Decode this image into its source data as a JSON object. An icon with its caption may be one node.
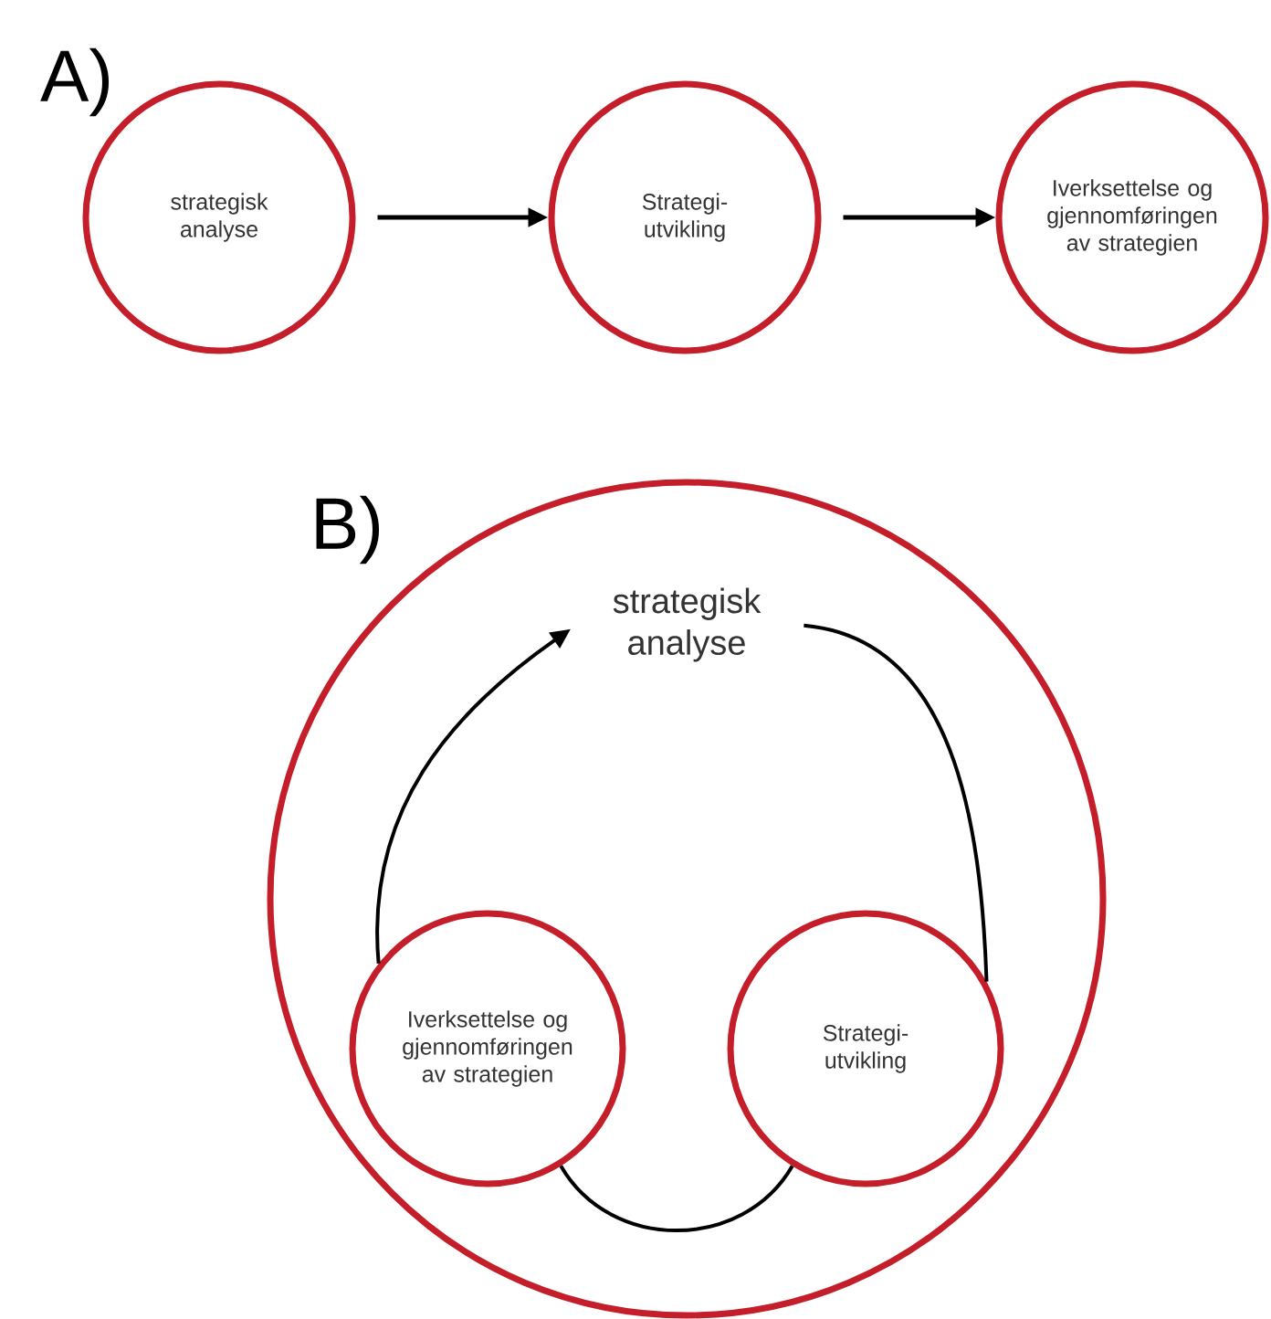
{
  "diagram": {
    "nodes": [
      {
        "text": [
          "strategisk analyse"
        ]
      },
      {
        "text": [
          "Strategi- utvikling"
        ]
      },
      {
        "text": [
          "Iverksettelse og gjennomføringen av strategien"
        ]
      },
      {
        "text": [],
        "shape": "circle"
      },
      {
        "text": [
          "strategisk analyse"
        ],
        "in": 3
      },
      {
        "text": [
          "Iverksettelse og gjennomføringen av strategien"
        ],
        "in": 3
      },
      {
        "text": [
          "Strategi- utvikling"
        ],
        "in": 3
      }
    ],
    "edges": [
      {
        "from": 0,
        "to": 1,
        "arrow": "to"
      },
      {
        "from": 1,
        "to": 2,
        "arrow": "to"
      },
      {
        "from": 4,
        "to": 6,
        "arrow": "none"
      },
      {
        "from": 6,
        "to": 5,
        "arrow": "none"
      },
      {
        "from": 5,
        "to": 4,
        "arrow": "to"
      }
    ],
    "labels": [
      "A)",
      "B)"
    ]
  }
}
